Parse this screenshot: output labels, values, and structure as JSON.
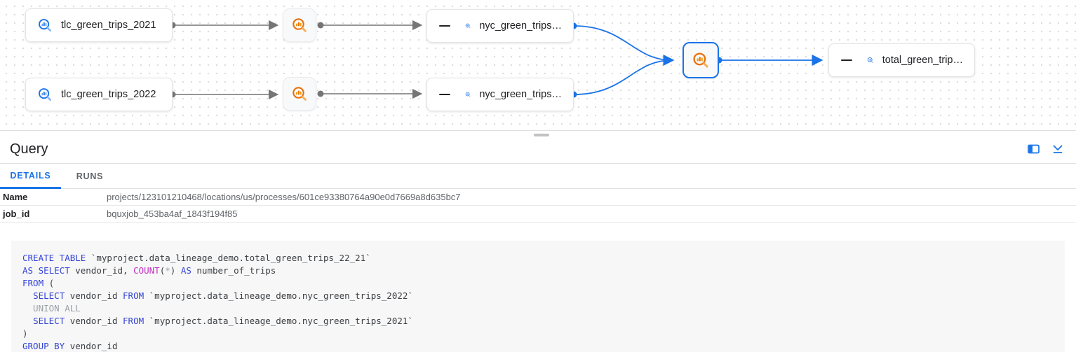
{
  "graph": {
    "source_nodes": [
      {
        "label": "tlc_green_trips_2021"
      },
      {
        "label": "tlc_green_trips_2022"
      }
    ],
    "middle_nodes": [
      {
        "label": "nyc_green_trips…"
      },
      {
        "label": "nyc_green_trips…"
      }
    ],
    "output_node": {
      "label": "total_green_trip…"
    },
    "icon_names": [
      "bigquery-table-icon",
      "bigquery-query-icon",
      "collapse-minus-icon"
    ]
  },
  "panel": {
    "title": "Query",
    "tabs": [
      {
        "label": "DETAILS"
      },
      {
        "label": "RUNS"
      }
    ],
    "active_tab": "DETAILS",
    "details": [
      {
        "label": "Name",
        "value": "projects/123101210468/locations/us/processes/601ce93380764a90e0d7669a8d635bc7"
      },
      {
        "label": "job_id",
        "value": "bquxjob_453ba4af_1843f194f85"
      }
    ],
    "icon_names": [
      "open-side-panel-icon",
      "collapse-panel-icon",
      "drag-handle"
    ]
  },
  "code": {
    "lines": [
      [
        {
          "t": "CREATE TABLE",
          "c": "k"
        },
        {
          "t": " `myproject.data_lineage_demo.total_green_trips_22_21`",
          "c": "p"
        }
      ],
      [
        {
          "t": "AS SELECT",
          "c": "k"
        },
        {
          "t": " vendor_id, ",
          "c": "p"
        },
        {
          "t": "COUNT",
          "c": "f"
        },
        {
          "t": "(",
          "c": "p"
        },
        {
          "t": "*",
          "c": "g"
        },
        {
          "t": ") ",
          "c": "p"
        },
        {
          "t": "AS",
          "c": "k"
        },
        {
          "t": " number_of_trips",
          "c": "p"
        }
      ],
      [
        {
          "t": "FROM",
          "c": "k"
        },
        {
          "t": " (",
          "c": "p"
        }
      ],
      [
        {
          "t": "  ",
          "c": "p"
        },
        {
          "t": "SELECT",
          "c": "k"
        },
        {
          "t": " vendor_id ",
          "c": "p"
        },
        {
          "t": "FROM",
          "c": "k"
        },
        {
          "t": " `myproject.data_lineage_demo.nyc_green_trips_2022`",
          "c": "p"
        }
      ],
      [
        {
          "t": "  UNION ALL",
          "c": "g"
        }
      ],
      [
        {
          "t": "  ",
          "c": "p"
        },
        {
          "t": "SELECT",
          "c": "k"
        },
        {
          "t": " vendor_id ",
          "c": "p"
        },
        {
          "t": "FROM",
          "c": "k"
        },
        {
          "t": " `myproject.data_lineage_demo.nyc_green_trips_2021`",
          "c": "p"
        }
      ],
      [
        {
          "t": ")",
          "c": "p"
        }
      ],
      [
        {
          "t": "GROUP BY",
          "c": "k"
        },
        {
          "t": " vendor_id",
          "c": "p"
        }
      ]
    ]
  },
  "colors": {
    "accent_blue": "#1a73e8",
    "query_orange": "#e8710a",
    "edge_gray": "#757575",
    "keyword": "#3343d4",
    "function": "#c42ec4",
    "muted": "#9aa0a6"
  }
}
